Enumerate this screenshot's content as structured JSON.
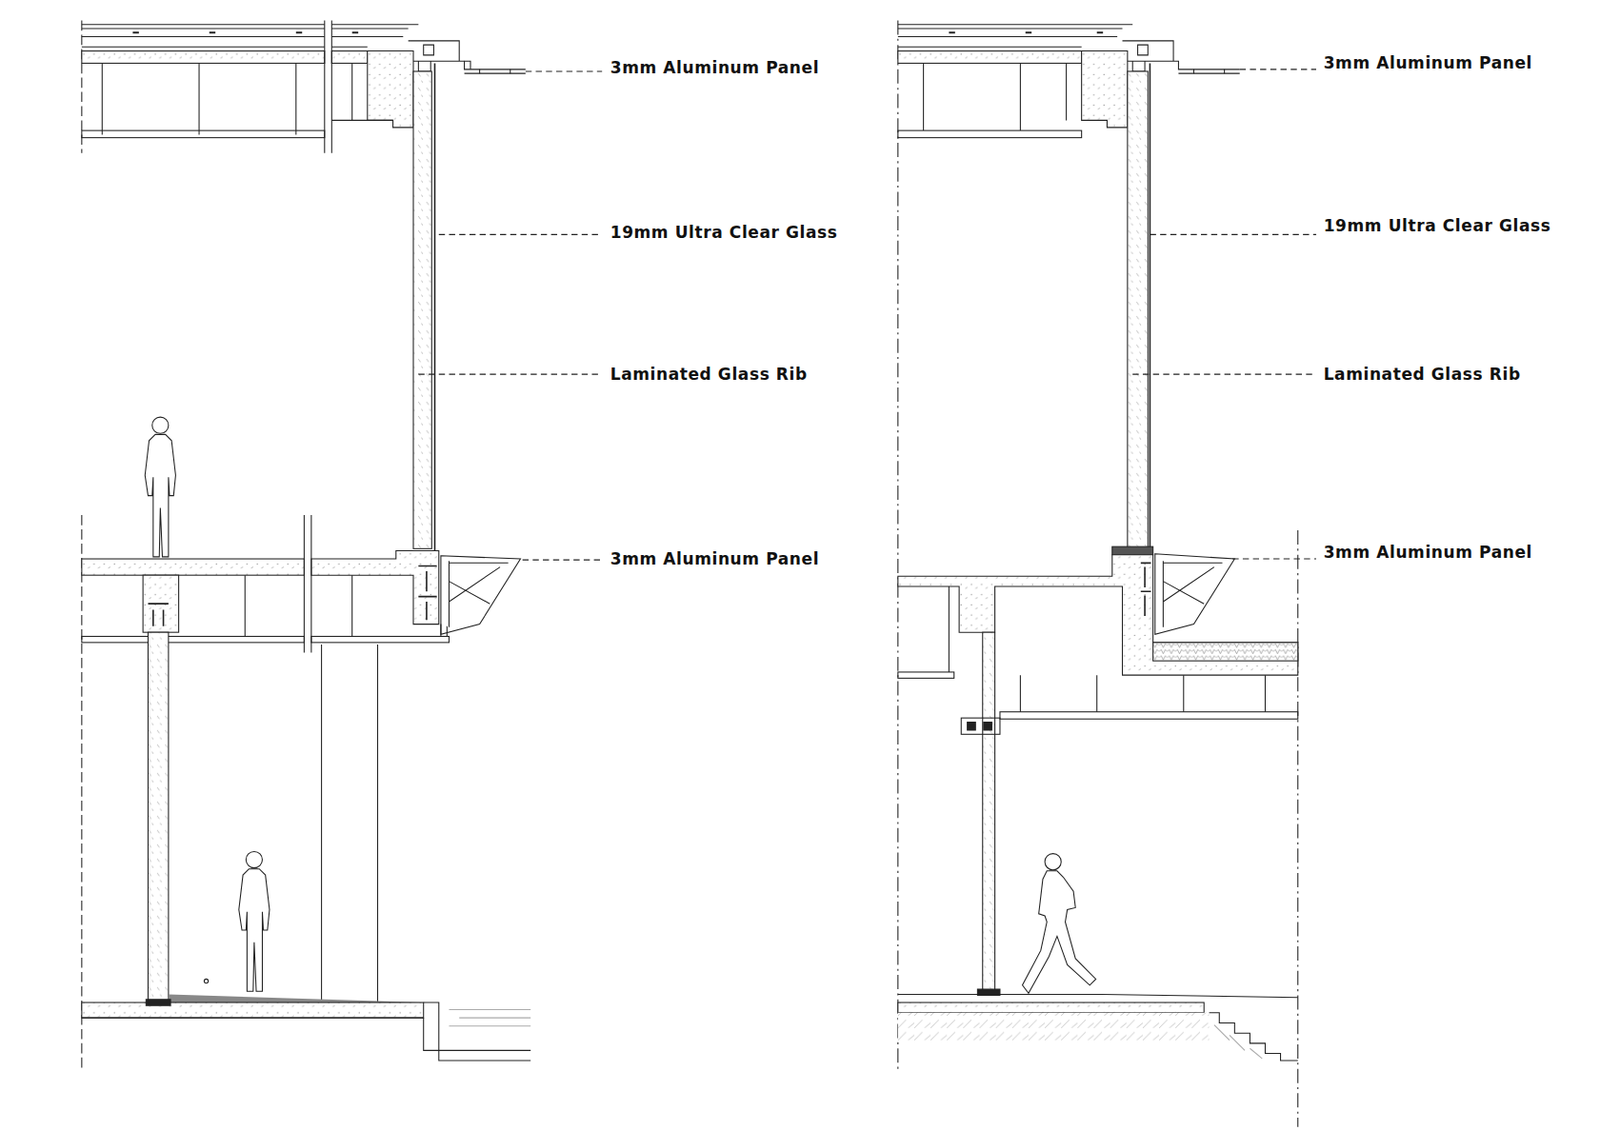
{
  "diagram": {
    "labels": [
      "3mm Aluminum Panel",
      "19mm Ultra Clear Glass",
      "Laminated Glass Rib",
      "3mm Aluminum Panel",
      "3mm Aluminum Panel",
      "19mm Ultra Clear Glass",
      "Laminated Glass Rib",
      "3mm Aluminum Panel"
    ]
  }
}
